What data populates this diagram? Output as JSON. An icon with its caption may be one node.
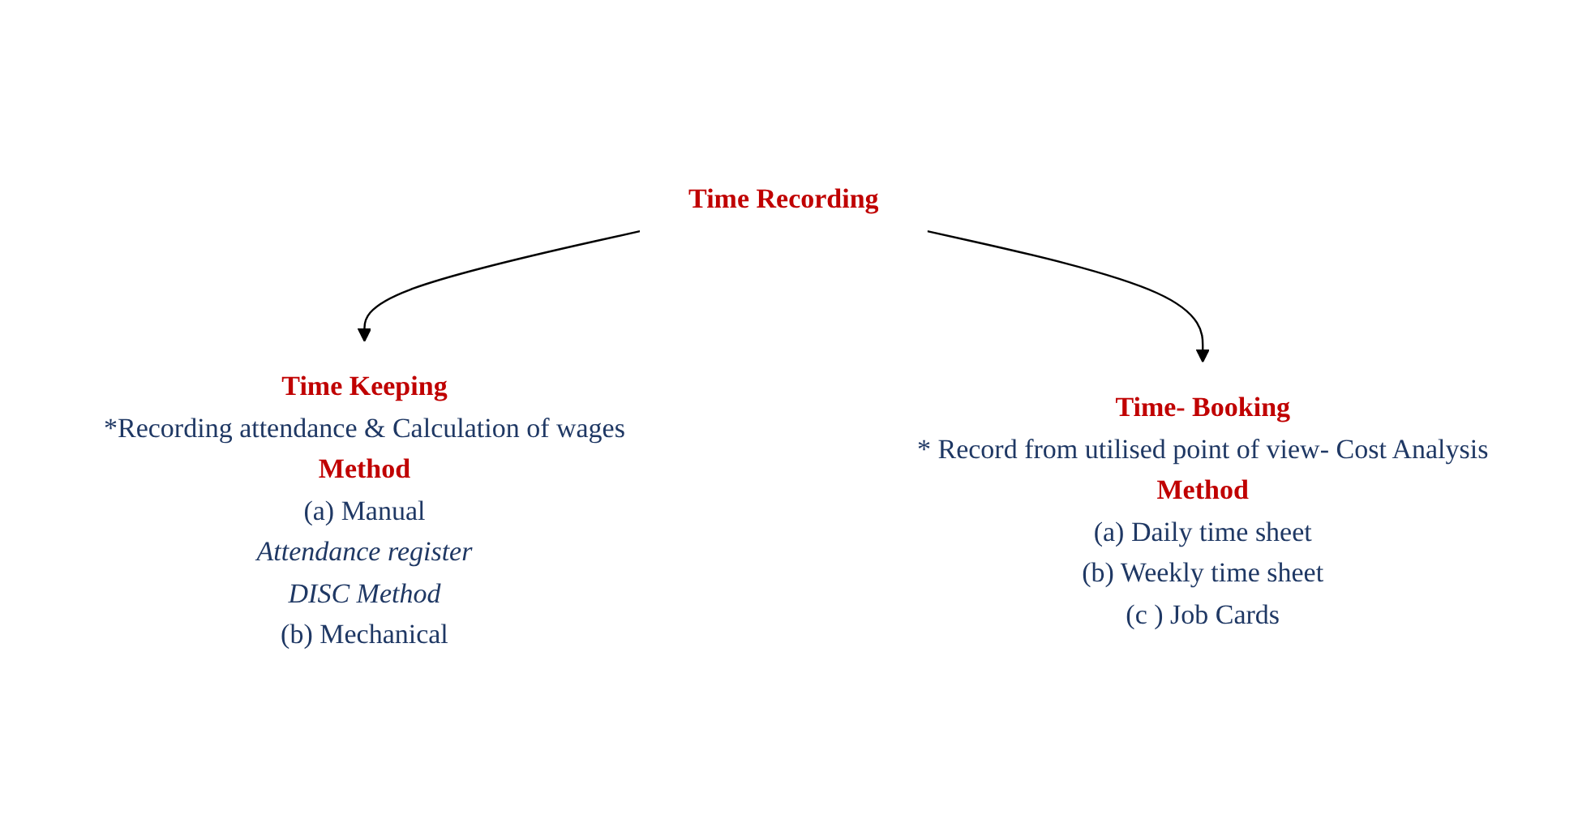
{
  "diagram": {
    "nodes": [
      {
        "text": [
          "Time Recording"
        ]
      },
      {
        "text": [
          "Time Keeping",
          "*Recording attendance & Calculation of wages",
          "Method",
          "(a) Manual",
          "Attendance register",
          "DISC Method",
          "(b) Mechanical"
        ]
      },
      {
        "text": [
          "Time- Booking",
          "* Record from utilised point of view- Cost Analysis",
          "Method",
          "(a) Daily time sheet",
          "(b) Weekly time sheet",
          "(c ) Job Cards"
        ]
      }
    ],
    "edges": [
      {
        "from": 0,
        "to": 1,
        "arrow": "to"
      },
      {
        "from": 0,
        "to": 2,
        "arrow": "to"
      }
    ]
  }
}
